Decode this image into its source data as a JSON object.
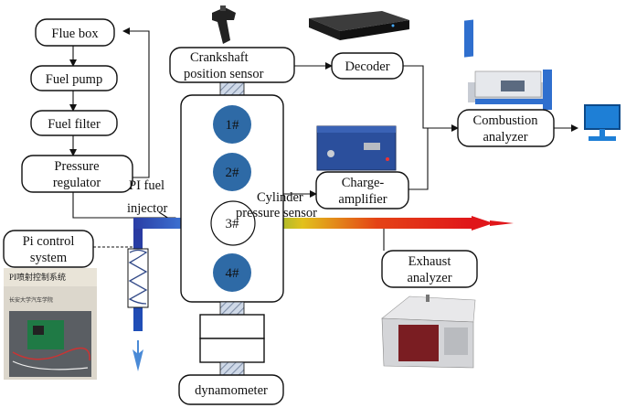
{
  "labels": {
    "flue_box": "Flue  box",
    "fuel_pump": "Fuel pump",
    "fuel_filter": "Fuel filter",
    "pressure_regulator_1": "Pressure",
    "pressure_regulator_2": "regulator",
    "pi_fuel_injector_1": "PI fuel",
    "pi_fuel_injector_2": "injector",
    "crankshaft_sensor_1": "Crankshaft",
    "crankshaft_sensor_2": "position sensor",
    "decoder": "Decoder",
    "combustion_analyzer_1": "Combustion",
    "combustion_analyzer_2": "analyzer",
    "charge_amplifier_1": "Charge-",
    "charge_amplifier_2": "amplifier",
    "cylinder_pressure_sensor_1": "Cylinder",
    "cylinder_pressure_sensor_2": "pressure sensor",
    "pi_control_system_1": "Pi control",
    "pi_control_system_2": "system",
    "exhaust_analyzer_1": "Exhaust",
    "exhaust_analyzer_2": "analyzer",
    "dynamometer": "dynamometer",
    "cyl1": "1#",
    "cyl2": "2#",
    "cyl3": "3#",
    "cyl4": "4#",
    "photo_ecu_caption": "PI喷射控制系统",
    "photo_ecu_sub": "长安大学汽车学院"
  },
  "colors": {
    "cylinder_fill": "#2e6aa6",
    "exhaust_red": "#e0161a",
    "intake_blue": "#1b3d9a",
    "gradient_mid": "#c8c020"
  }
}
